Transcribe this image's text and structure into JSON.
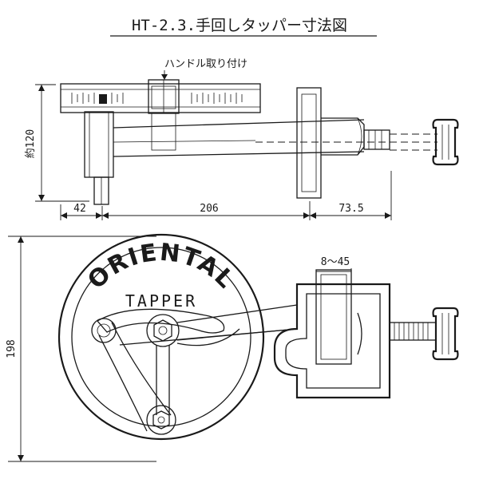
{
  "title": "HT-2.3.手回しタッパー寸法図",
  "labels": {
    "handle_mount": "ハンドル取り付け",
    "height": "約120",
    "width_left": "42",
    "width_mid": "206",
    "width_right": "73.5",
    "height_front": "198",
    "clamp_range": "8～45",
    "brand_top": "ORIENTAL",
    "brand_bottom": "TAPPER"
  }
}
